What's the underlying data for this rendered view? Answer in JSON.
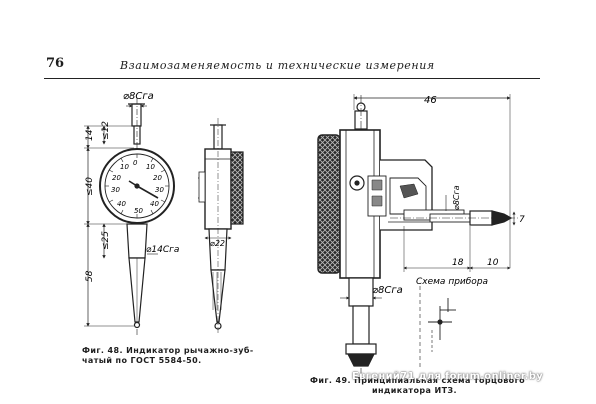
{
  "page": {
    "number": "76",
    "running_header": "Взаимозаменяемость и технические измерения"
  },
  "figure48": {
    "caption_line1": "Фиг. 48. Индикатор рычажно-зуб-",
    "caption_line2": "чатый по ГОСТ 5584-50.",
    "dims": {
      "top_diameter": "⌀8Cга",
      "dim_14": "14",
      "dim_le12": "≤12",
      "dim_40": "≤40",
      "dim_le25": "≤25",
      "dim_58": "58",
      "stem_diameter": "⌀14Cга",
      "side_diameter": "⌀22"
    },
    "dial_numbers": [
      "0",
      "10",
      "20",
      "30",
      "40",
      "50",
      "10",
      "20",
      "30",
      "40"
    ]
  },
  "figure49": {
    "caption_line1": "Фиг. 49. Принципиальная схема торцового",
    "caption_line2": "индикатора ИТЗ.",
    "dims": {
      "dim_46": "46",
      "dim_18": "18",
      "dim_10": "10",
      "dim_7": "7",
      "side_diameter": "⌀8Cга",
      "bottom_diameter": "⌀8Cга"
    },
    "scheme_label": "Схема прибора"
  },
  "watermark": "Евгений71 для forum.onliner.by"
}
